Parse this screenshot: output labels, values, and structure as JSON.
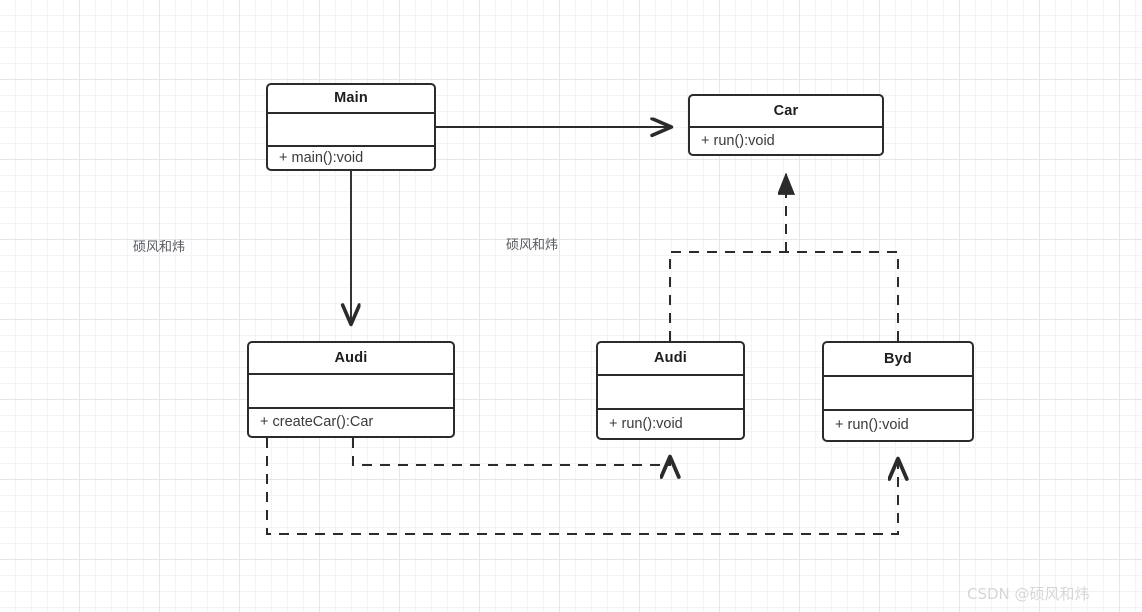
{
  "diagram": {
    "type": "uml-class-diagram",
    "classes": [
      {
        "id": "main",
        "name": "Main",
        "attributes": [],
        "methods": [
          "+ main():void"
        ],
        "compartments": 3
      },
      {
        "id": "car",
        "name": "Car",
        "attributes": [],
        "methods": [
          "+ run():void"
        ],
        "compartments": 2
      },
      {
        "id": "audi-left",
        "name": "Audi",
        "attributes": [],
        "methods": [
          "+ createCar():Car"
        ],
        "compartments": 3
      },
      {
        "id": "audi-mid",
        "name": "Audi",
        "attributes": [],
        "methods": [
          "+ run():void"
        ],
        "compartments": 3
      },
      {
        "id": "byd",
        "name": "Byd",
        "attributes": [],
        "methods": [
          "+ run():void"
        ],
        "compartments": 3
      }
    ],
    "relationships": [
      {
        "from": "main",
        "to": "car",
        "style": "solid",
        "arrow": "open",
        "kind": "association"
      },
      {
        "from": "main",
        "to": "audi-left",
        "style": "solid",
        "arrow": "open",
        "kind": "association"
      },
      {
        "from": "audi-mid",
        "to": "car",
        "style": "dashed",
        "arrow": "closed-triangle",
        "kind": "realization"
      },
      {
        "from": "byd",
        "to": "car",
        "style": "dashed",
        "arrow": "closed-triangle",
        "kind": "realization"
      },
      {
        "from": "audi-left",
        "to": "audi-mid",
        "style": "dashed",
        "arrow": "open",
        "kind": "dependency"
      },
      {
        "from": "audi-left",
        "to": "byd",
        "style": "dashed",
        "arrow": "open",
        "kind": "dependency"
      }
    ]
  },
  "watermarks": {
    "left": "硕风和炜",
    "middle": "硕风和炜",
    "csdn": "CSDN @硕风和炜"
  },
  "colors": {
    "stroke": "#2b2b2b",
    "box_fill": "#ffffff",
    "text": "#1d1d1d",
    "method_text": "#3a3a3a",
    "grid_minor": "#f3f3f5",
    "grid_major": "#e1e1e4",
    "watermark": "#555a60",
    "csdn_watermark": "#d6d6d8"
  }
}
